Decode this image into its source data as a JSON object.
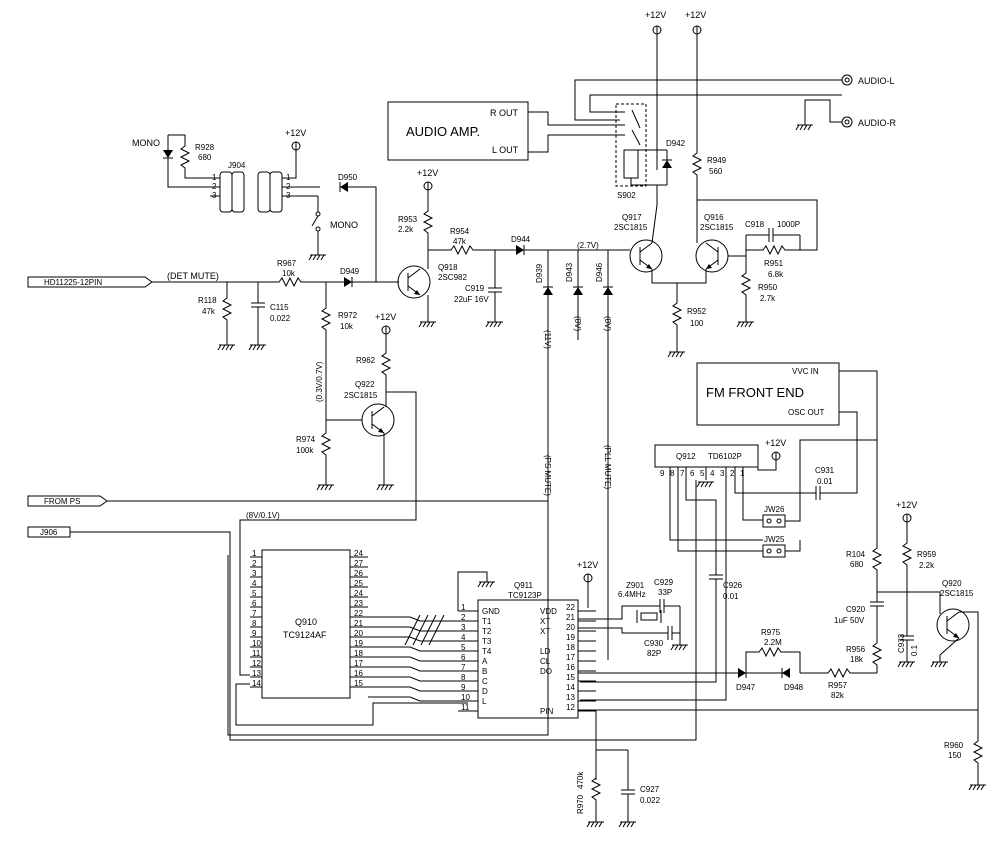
{
  "supply": {
    "v12": "+12V"
  },
  "blocks": {
    "audio_amp": {
      "title": "AUDIO AMP.",
      "r_out": "R OUT",
      "l_out": "L OUT"
    },
    "fm_front_end": {
      "title": "FM FRONT END",
      "vvc_in": "VVC IN",
      "osc_out": "OSC OUT"
    },
    "q912": {
      "ref": "Q912",
      "part": "TD6102P",
      "pins": [
        "9",
        "8",
        "7",
        "6",
        "5",
        "4",
        "3",
        "2",
        "1"
      ]
    },
    "q910": {
      "ref": "Q910",
      "part": "TC9124AF",
      "left_pins": [
        "1",
        "2",
        "3",
        "4",
        "5",
        "6",
        "7",
        "8",
        "9",
        "10",
        "11",
        "12",
        "13",
        "14"
      ],
      "right_pins": [
        "24",
        "27",
        "26",
        "25",
        "24",
        "23",
        "22",
        "21",
        "20",
        "19",
        "18",
        "17",
        "16",
        "15"
      ]
    },
    "q911": {
      "ref": "Q911",
      "part": "TC9123P",
      "left_pins": [
        "1",
        "2",
        "3",
        "4",
        "5",
        "6",
        "7",
        "8",
        "9",
        "10",
        "11"
      ],
      "left_names": [
        "GND",
        "T1",
        "T2",
        "T3",
        "T4",
        "A",
        "B",
        "C",
        "D",
        "L"
      ],
      "right_pins": [
        "22",
        "21",
        "20",
        "19",
        "18",
        "17",
        "16",
        "15",
        "14",
        "13",
        "12"
      ],
      "right_names": [
        "VDD",
        "XT",
        "XT",
        "LD",
        "CL",
        "DO",
        "PIN"
      ]
    }
  },
  "connectors": {
    "hd": "HD11225-12PIN",
    "from_ps": "FROM PS",
    "j906": "J906",
    "j904": "J904",
    "j904_pins": [
      "1",
      "2",
      "3"
    ],
    "mono_sw": "MONO",
    "mono_led": "MONO",
    "audio_l": "AUDIO-L",
    "audio_r": "AUDIO-R",
    "s902": "S902",
    "jw26": "JW26",
    "jw25": "JW25"
  },
  "notes": {
    "det_mute": "(DET MUTE)",
    "v27": "(2.7V)",
    "v11": "(11V)",
    "v8a": "(8V)",
    "v8b": "(8V)",
    "ps_mute": "(PS MUTE)",
    "pll_mute": "(PLL MUTE)",
    "v03": "(0.3V/0.7V)",
    "v801": "(8V/0.1V)"
  },
  "components": {
    "r928": {
      "ref": "R928",
      "val": "680"
    },
    "d950": {
      "ref": "D950"
    },
    "d949": {
      "ref": "D949"
    },
    "r967": {
      "ref": "R967",
      "val": "10k"
    },
    "r118": {
      "ref": "R118",
      "val": "47k"
    },
    "c115": {
      "ref": "C115",
      "val": "0.022"
    },
    "r972": {
      "ref": "R972",
      "val": "10k"
    },
    "r953": {
      "ref": "R953",
      "val": "2.2k"
    },
    "q918": {
      "ref": "Q918",
      "val": "2SC982"
    },
    "r954": {
      "ref": "R954",
      "val": "47k"
    },
    "c919": {
      "ref": "C919",
      "val": "22uF 16V"
    },
    "d944": {
      "ref": "D944"
    },
    "d939": {
      "ref": "D939"
    },
    "d943": {
      "ref": "D943"
    },
    "d946": {
      "ref": "D946"
    },
    "r962": {
      "ref": "R962"
    },
    "q922": {
      "ref": "Q922",
      "val": "2SC1815"
    },
    "r974": {
      "ref": "R974",
      "val": "100k"
    },
    "d942": {
      "ref": "D942"
    },
    "r949": {
      "ref": "R949",
      "val": "560"
    },
    "q917": {
      "ref": "Q917",
      "val": "2SC1815"
    },
    "q916": {
      "ref": "Q916",
      "val": "2SC1815"
    },
    "c918": {
      "ref": "C918",
      "val": "1000P"
    },
    "r951": {
      "ref": "R951",
      "val": "6.8k"
    },
    "r950": {
      "ref": "R950",
      "val": "2.7k"
    },
    "r952": {
      "ref": "R952",
      "val": "100"
    },
    "c931": {
      "ref": "C931",
      "val": "0.01"
    },
    "c926": {
      "ref": "C926",
      "val": "0.01"
    },
    "z901": {
      "ref": "Z901",
      "val": "6.4MHz"
    },
    "c929": {
      "ref": "C929",
      "val": "33P"
    },
    "c930": {
      "ref": "C930",
      "val": "82P"
    },
    "r975": {
      "ref": "R975",
      "val": "2.2M"
    },
    "d947": {
      "ref": "D947"
    },
    "d948": {
      "ref": "D948"
    },
    "r957": {
      "ref": "R957",
      "val": "82k"
    },
    "r104": {
      "ref": "R104",
      "val": "680"
    },
    "r959": {
      "ref": "R959",
      "val": "2.2k"
    },
    "c920": {
      "ref": "C920",
      "val": "1uF 50V"
    },
    "c933": {
      "ref": "C933",
      "val": "0.1"
    },
    "r956": {
      "ref": "R956",
      "val": "18k"
    },
    "q920": {
      "ref": "Q920",
      "val": "2SC1815"
    },
    "r960": {
      "ref": "R960",
      "val": "150"
    },
    "r970": {
      "ref": "R970",
      "val": "470k"
    },
    "c927": {
      "ref": "C927",
      "val": "0.022"
    }
  }
}
